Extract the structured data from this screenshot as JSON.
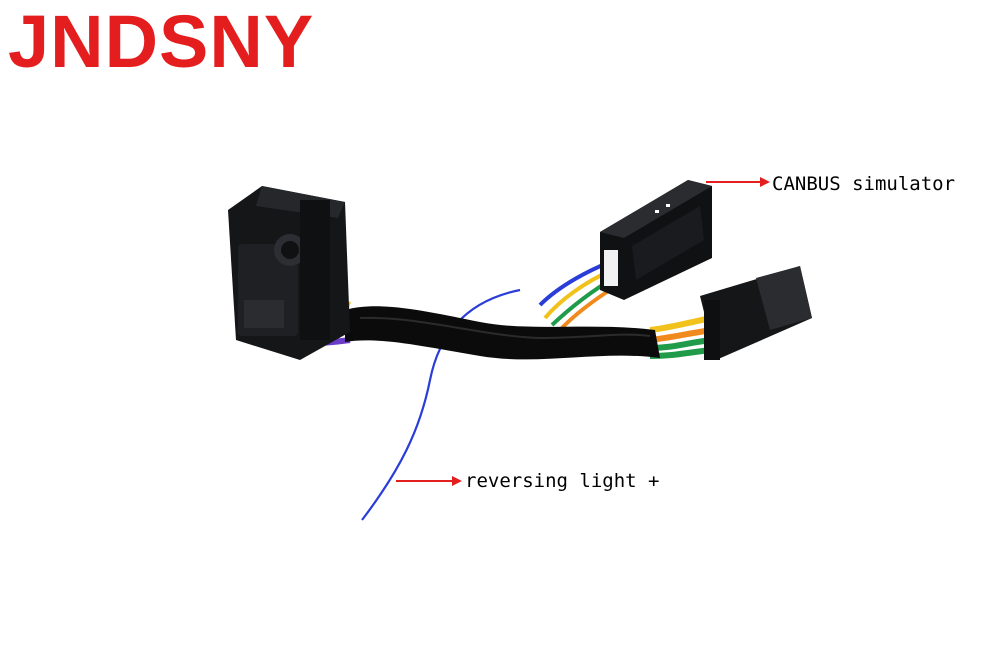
{
  "brand": {
    "logo_text": "JNDSNY",
    "color": "#e41e1e"
  },
  "annotations": {
    "canbus_label": "CANBUS simulator",
    "reversing_label": "reversing light +",
    "arrow_color": "#e41e1e"
  },
  "colors": {
    "connector": "#151618",
    "sleeve": "#0b0b0b",
    "wire_blue": "#2a3dd8",
    "wire_yellow": "#f1c21b",
    "wire_green": "#1f9b4a",
    "wire_orange": "#f08a1c",
    "wire_purple": "#6a3cc8",
    "module": "#101113"
  }
}
